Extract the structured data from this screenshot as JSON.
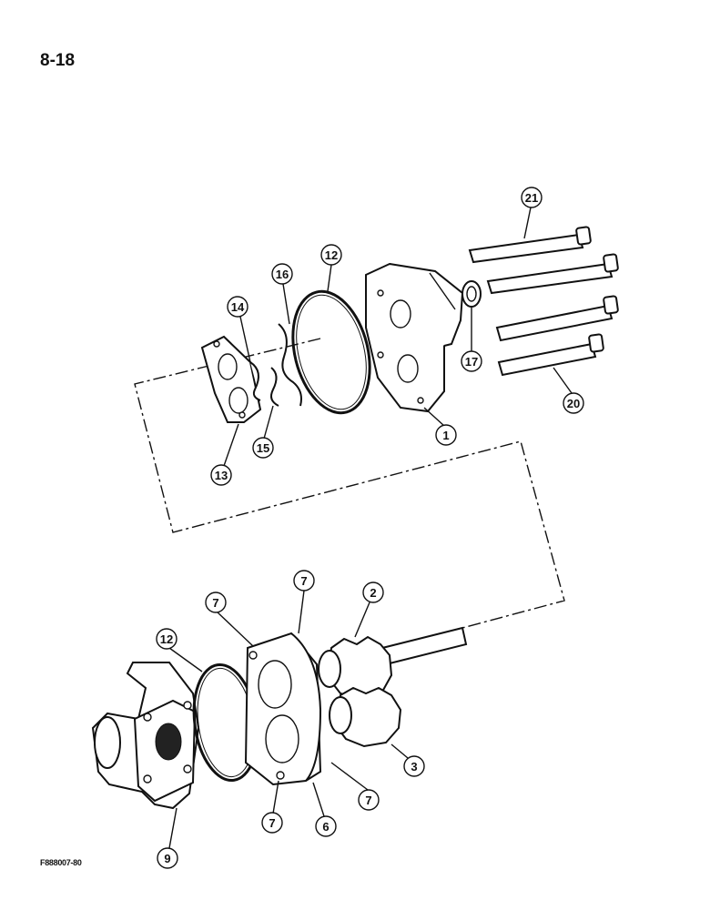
{
  "page": {
    "number": "8-18",
    "figure_code": "F888007-80"
  },
  "colors": {
    "ink": "#111111",
    "paper": "#ffffff"
  },
  "callouts": {
    "c21": "21",
    "c12a": "12",
    "c16": "16",
    "c14": "14",
    "c17": "17",
    "c20": "20",
    "c1": "1",
    "c15": "15",
    "c13": "13",
    "c7a": "7",
    "c7b": "7",
    "c2": "2",
    "c12b": "12",
    "c3": "3",
    "c7c": "7",
    "c7d": "7",
    "c6": "6",
    "c9": "9"
  }
}
